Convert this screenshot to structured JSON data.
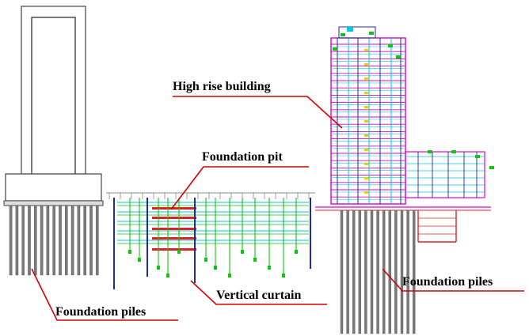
{
  "labels": {
    "high_rise_building": "High rise building",
    "foundation_pit": "Foundation pit",
    "vertical_curtain": "Vertical curtain",
    "foundation_piles_left": "Foundation piles",
    "foundation_piles_right": "Foundation piles"
  },
  "colors": {
    "leader": "#d40000",
    "outline": "#444444",
    "pile": "#7a7a7a",
    "cyan": "#00c8e0",
    "magenta": "#e000c8",
    "blue": "#1e2aa8",
    "green": "#11c411",
    "red": "#e02020",
    "yellow": "#e8d000"
  }
}
